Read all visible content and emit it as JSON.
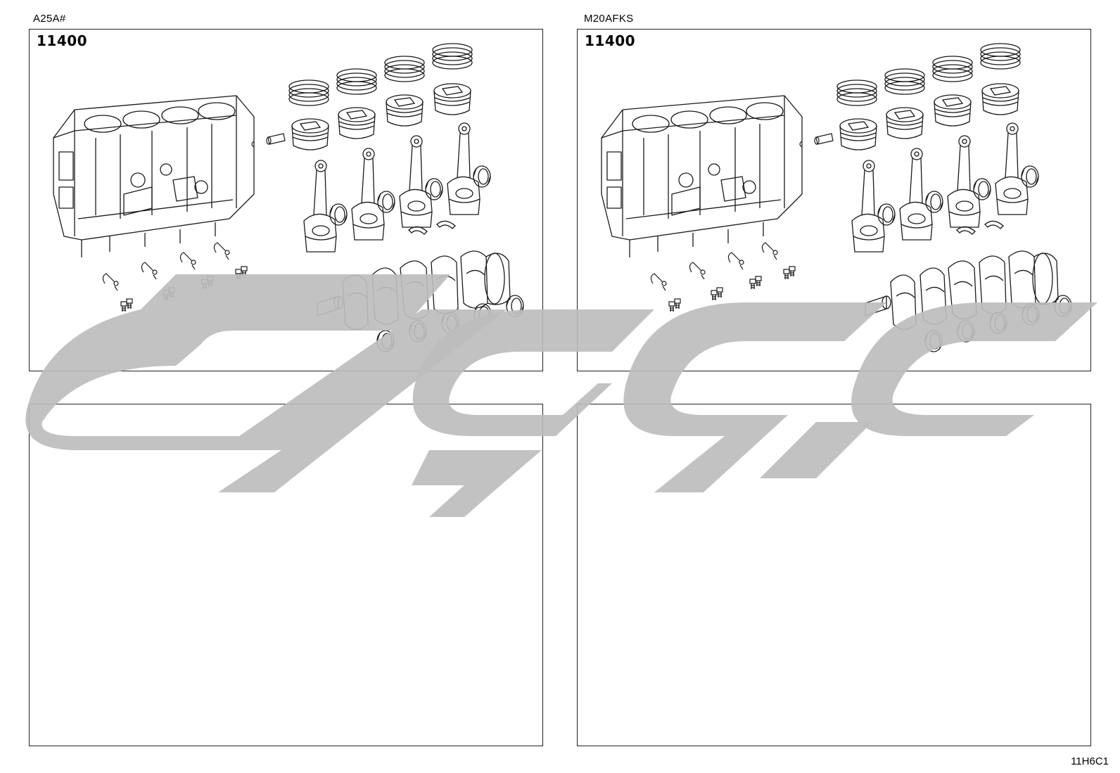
{
  "left_engine": {
    "label": "A25A#",
    "panel_code": "11400"
  },
  "right_engine": {
    "label": "M20AFKS",
    "panel_code": "11400"
  },
  "page_code": "11H6C1",
  "watermark": {
    "text": "SGC",
    "color": "#bdbdbd"
  },
  "line_color": "#1a1a1a"
}
